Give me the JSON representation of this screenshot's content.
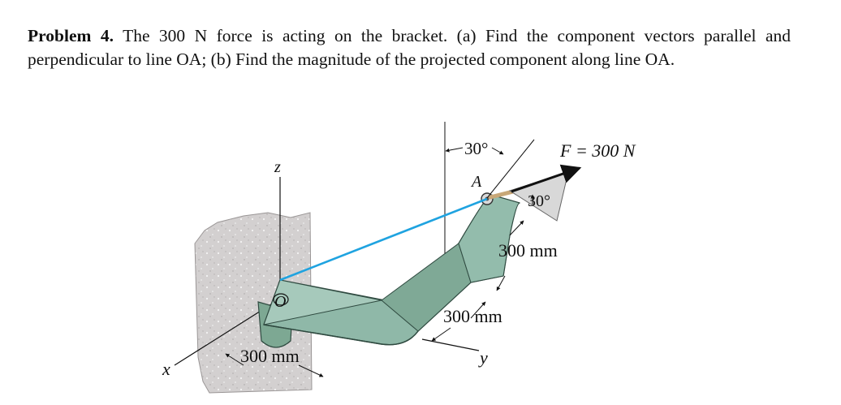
{
  "problem": {
    "label": "Problem 4.",
    "text": "The 300 N force is acting on the bracket. (a) Find the component vectors parallel and perpendicular to line OA; (b) Find the magnitude of the projected component along line OA."
  },
  "figure": {
    "force_label": "F = 300 N",
    "angle_top": "30°",
    "angle_side": "30°",
    "dim_vertical": "300 mm",
    "dim_middle": "300 mm",
    "dim_bottom": "300 mm",
    "point_a": "A",
    "point_o": "O",
    "axis_x": "x",
    "axis_y": "y",
    "axis_z": "z",
    "colors": {
      "bracket": "#8fb8a8",
      "bracket_edge": "#2f4a40",
      "line_oa": "#1fa3e0",
      "wall": "#cfcccc",
      "force_arrow": "#111111"
    }
  }
}
